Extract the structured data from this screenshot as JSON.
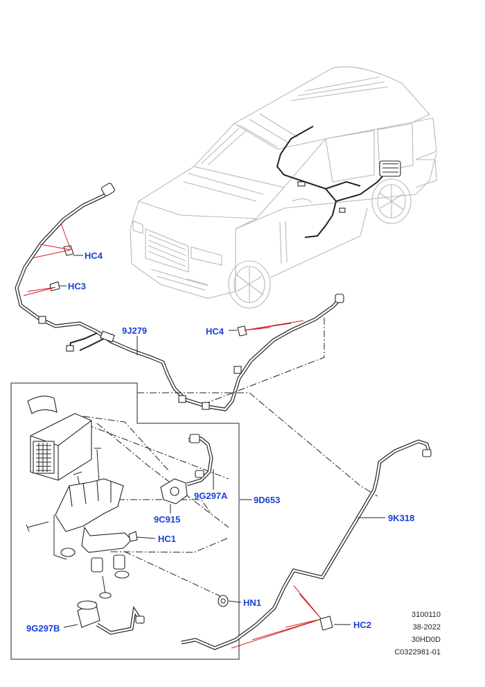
{
  "callouts": {
    "hc4_upper": "HC4",
    "hc3": "HC3",
    "p9j279": "9J279",
    "hc4_right": "HC4",
    "p9g297a": "9G297A",
    "p9d653": "9D653",
    "p9c915": "9C915",
    "hc1": "HC1",
    "p9k318": "9K318",
    "hn1": "HN1",
    "p9g297b": "9G297B",
    "hc2": "HC2"
  },
  "reference": {
    "line1": "3100110",
    "line2": "38-2022",
    "line3": "30HD0D",
    "line4": "C0322981-01"
  },
  "colors": {
    "callout": "#1a3fd6",
    "leader": "#d21e1e",
    "line": "#222222",
    "vehicle_outline": "#b8b8b8"
  }
}
